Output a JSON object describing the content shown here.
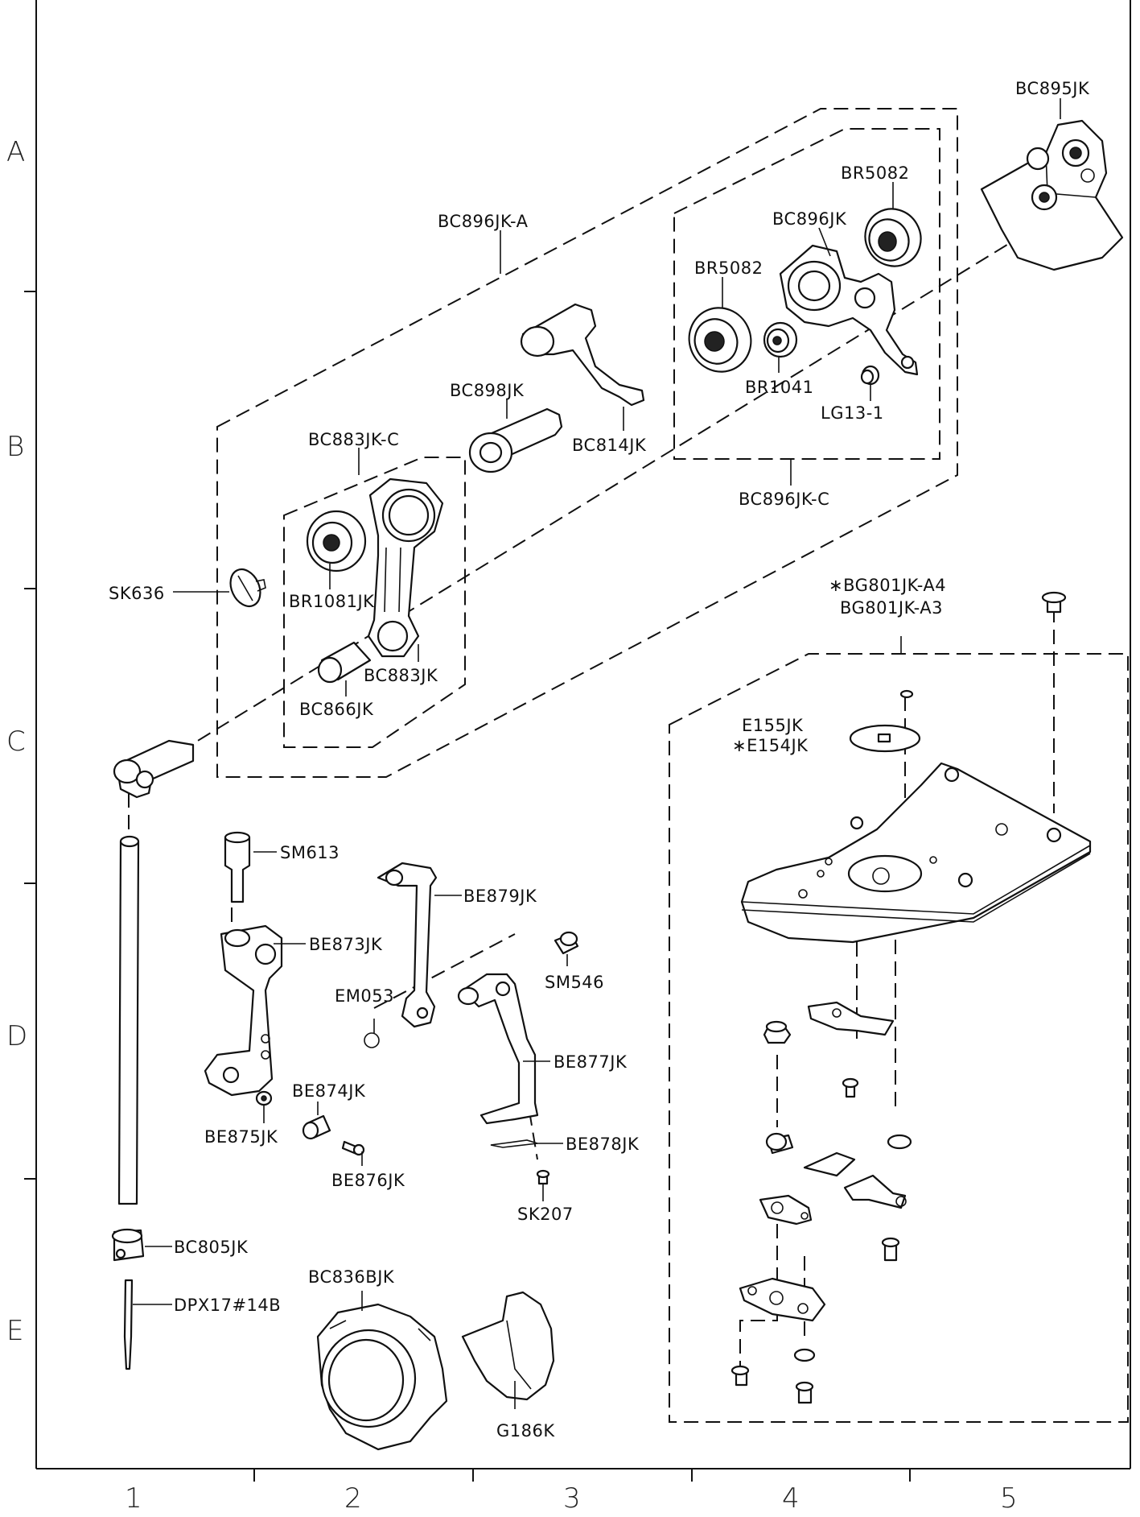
{
  "grid": {
    "rows": [
      "A",
      "B",
      "C",
      "D",
      "E"
    ],
    "cols": [
      "1",
      "2",
      "3",
      "4",
      "5"
    ]
  },
  "parts": {
    "BC895JK": "BC895JK",
    "BC896JK_A": "BC896JK-A",
    "BR5082_top": "BR5082",
    "BC896JK": "BC896JK",
    "BR5082_left": "BR5082",
    "BR1041": "BR1041",
    "LG13_1": "LG13-1",
    "BC898JK": "BC898JK",
    "BC814JK": "BC814JK",
    "BC896JK_C": "BC896JK-C",
    "BC883JK_C": "BC883JK-C",
    "SK636": "SK636",
    "BR1081JK": "BR1081JK",
    "BC883JK": "BC883JK",
    "BC866JK": "BC866JK",
    "BG801JK_A4": "∗BG801JK-A4",
    "BG801JK_A3": "BG801JK-A3",
    "E155JK": "E155JK",
    "E154JK": "∗E154JK",
    "SM613": "SM613",
    "BE879JK": "BE879JK",
    "BE873JK": "BE873JK",
    "SM546": "SM546",
    "EM053": "EM053",
    "BE877JK": "BE877JK",
    "BE874JK": "BE874JK",
    "BE875JK": "BE875JK",
    "BE878JK": "BE878JK",
    "BE876JK": "BE876JK",
    "SK207": "SK207",
    "BC805JK": "BC805JK",
    "BC836BJK": "BC836BJK",
    "DPX17_14B": "DPX17#14B",
    "G186K": "G186K"
  }
}
